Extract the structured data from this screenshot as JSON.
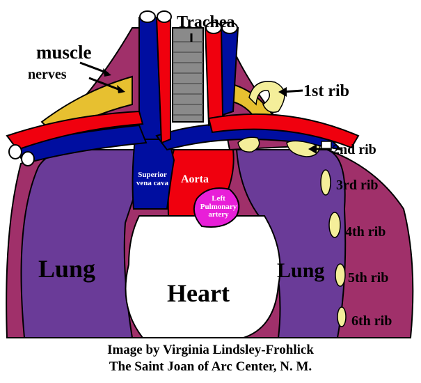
{
  "labels": {
    "trachea": "Trachea",
    "muscle": "muscle",
    "nerves": "nerves",
    "rib1": "1st rib",
    "rib2": "2nd rib",
    "rib3": "3rd rib",
    "rib4": "4th rib",
    "rib5": "5th rib",
    "rib6": "6th rib",
    "superior_vena_cava": "Superior vena cava",
    "aorta": "Aorta",
    "left_pulmonary_artery": "Left Pulmonary artery",
    "lung_left": "Lung",
    "lung_right": "Lung",
    "heart": "Heart"
  },
  "credit": {
    "line1": "Image by Virginia Lindsley-Frohlick",
    "line2": "The Saint Joan of Arc Center, N. M."
  },
  "colors": {
    "lung": "#6a3b98",
    "chest_wall": "#a0306a",
    "vein": "#000ea0",
    "artery": "#f0000e",
    "nerve": "#e7c030",
    "rib": "#f4ee9a",
    "trachea": "#8a8a8a",
    "heart": "#ffffff",
    "pulmonary_artery": "#e81fd8"
  }
}
